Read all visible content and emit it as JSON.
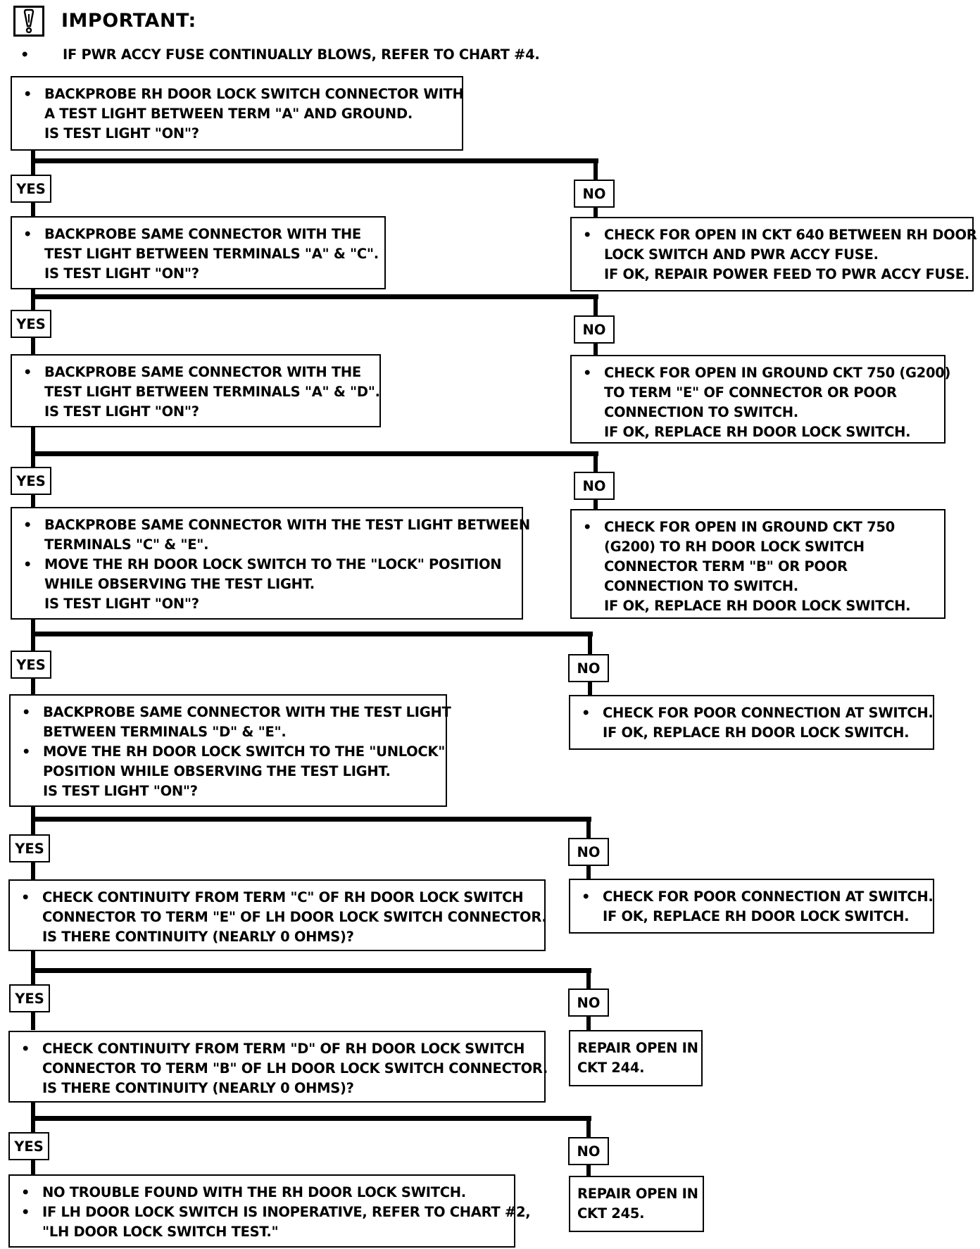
{
  "header": {
    "title": "IMPORTANT:",
    "icon": "exclamation-icon",
    "note_bullet": "•",
    "note": "IF PWR ACCY FUSE CONTINUALLY BLOWS, REFER TO CHART #4."
  },
  "labels": {
    "yes": "YES",
    "no": "NO"
  },
  "bullet": "•",
  "steps": [
    {
      "question": [
        "BACKPROBE RH DOOR LOCK SWITCH CONNECTOR WITH",
        "A TEST LIGHT BETWEEN TERM \"A\" AND GROUND.",
        "IS TEST LIGHT \"ON\"?"
      ],
      "no_result": [
        "CHECK FOR OPEN IN CKT 640 BETWEEN RH DOOR",
        "LOCK SWITCH AND PWR ACCY FUSE.",
        "IF OK, REPAIR POWER FEED TO PWR ACCY FUSE."
      ]
    },
    {
      "question": [
        "BACKPROBE SAME CONNECTOR WITH THE",
        "TEST LIGHT BETWEEN TERMINALS \"A\" & \"C\".",
        "IS TEST LIGHT \"ON\"?"
      ],
      "no_result": [
        "CHECK FOR OPEN IN GROUND CKT 750 (G200)",
        "TO TERM \"E\" OF CONNECTOR OR POOR",
        "CONNECTION TO SWITCH.",
        "IF OK, REPLACE RH DOOR LOCK SWITCH."
      ]
    },
    {
      "question": [
        "BACKPROBE SAME CONNECTOR WITH THE",
        "TEST LIGHT BETWEEN TERMINALS \"A\" & \"D\".",
        "IS TEST LIGHT \"ON\"?"
      ],
      "no_result": [
        "CHECK FOR OPEN IN GROUND CKT 750",
        "(G200) TO RH DOOR LOCK SWITCH",
        "CONNECTOR TERM \"B\" OR POOR",
        "CONNECTION TO SWITCH.",
        "IF OK, REPLACE RH DOOR LOCK SWITCH."
      ]
    },
    {
      "question": [
        "BACKPROBE SAME CONNECTOR WITH THE TEST LIGHT BETWEEN",
        "TERMINALS \"C\" & \"E\".",
        "MOVE THE RH DOOR LOCK SWITCH TO THE \"LOCK\" POSITION",
        "WHILE OBSERVING THE TEST LIGHT.",
        "IS TEST LIGHT \"ON\"?"
      ],
      "no_result": [
        "CHECK FOR POOR CONNECTION AT SWITCH.",
        "IF OK, REPLACE RH DOOR LOCK SWITCH."
      ]
    },
    {
      "question": [
        "BACKPROBE SAME CONNECTOR WITH THE TEST LIGHT",
        "BETWEEN TERMINALS \"D\" & \"E\".",
        "MOVE THE RH DOOR LOCK SWITCH TO THE \"UNLOCK\"",
        "POSITION WHILE OBSERVING THE TEST LIGHT.",
        "IS TEST LIGHT \"ON\"?"
      ],
      "no_result": [
        "CHECK FOR POOR CONNECTION AT SWITCH.",
        "IF OK, REPLACE RH DOOR LOCK SWITCH."
      ]
    },
    {
      "question": [
        "CHECK CONTINUITY FROM TERM \"C\" OF RH DOOR LOCK SWITCH",
        "CONNECTOR TO TERM \"E\" OF LH DOOR LOCK SWITCH CONNECTOR.",
        "IS THERE CONTINUITY (NEARLY 0 OHMS)?"
      ],
      "no_result": [
        "REPAIR OPEN IN",
        "CKT 244."
      ]
    },
    {
      "question": [
        "CHECK CONTINUITY FROM TERM \"D\" OF RH DOOR LOCK SWITCH",
        "CONNECTOR TO TERM \"B\" OF LH DOOR LOCK SWITCH CONNECTOR.",
        "IS THERE CONTINUITY (NEARLY 0 OHMS)?"
      ],
      "no_result": [
        "REPAIR OPEN IN",
        "CKT 245."
      ]
    }
  ],
  "final": [
    "NO TROUBLE FOUND WITH THE RH DOOR LOCK SWITCH.",
    "IF LH DOOR LOCK SWITCH IS INOPERATIVE, REFER TO CHART #2,",
    "\"LH DOOR LOCK SWITCH TEST.\""
  ]
}
